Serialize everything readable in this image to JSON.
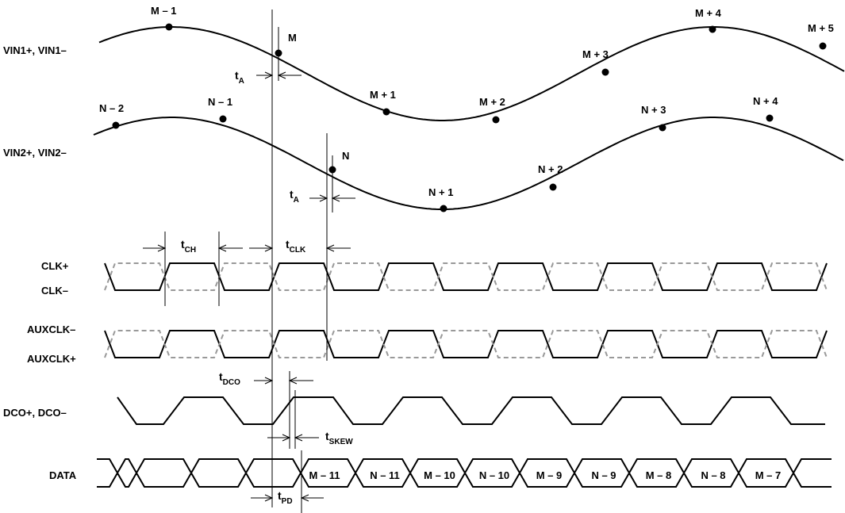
{
  "colors": {
    "solid": "#000000",
    "complement": "#999999",
    "background": "#ffffff"
  },
  "signals": {
    "vin1": "VIN1+, VIN1–",
    "vin2": "VIN2+, VIN2–",
    "clkp": "CLK+",
    "clkm": "CLK–",
    "auxm": "AUXCLK–",
    "auxp": "AUXCLK+",
    "dco": "DCO+, DCO–",
    "data": "DATA"
  },
  "vin1_samples": [
    {
      "id": "m1",
      "label": "M – 1"
    },
    {
      "id": "m",
      "label": "M"
    },
    {
      "id": "mp1",
      "label": "M + 1"
    },
    {
      "id": "mp2",
      "label": "M + 2"
    },
    {
      "id": "mp3",
      "label": "M + 3"
    },
    {
      "id": "mp4",
      "label": "M + 4"
    },
    {
      "id": "mp5",
      "label": "M + 5"
    }
  ],
  "vin2_samples": [
    {
      "id": "n2",
      "label": "N – 2"
    },
    {
      "id": "n1",
      "label": "N – 1"
    },
    {
      "id": "n",
      "label": "N"
    },
    {
      "id": "np1",
      "label": "N + 1"
    },
    {
      "id": "np2",
      "label": "N + 2"
    },
    {
      "id": "np3",
      "label": "N + 3"
    },
    {
      "id": "np4",
      "label": "N + 4"
    }
  ],
  "timing": {
    "ta_main": "t",
    "ta_sub": "A",
    "tch_main": "t",
    "tch_sub": "CH",
    "tclk_main": "t",
    "tclk_sub": "CLK",
    "tdco_main": "t",
    "tdco_sub": "DCO",
    "tskew_main": "t",
    "tskew_sub": "SKEW",
    "tpd_main": "t",
    "tpd_sub": "PD"
  },
  "data_cells": [
    "M – 11",
    "N – 11",
    "M – 10",
    "N – 10",
    "M – 9",
    "N – 9",
    "M – 8",
    "N – 8",
    "M – 7"
  ]
}
